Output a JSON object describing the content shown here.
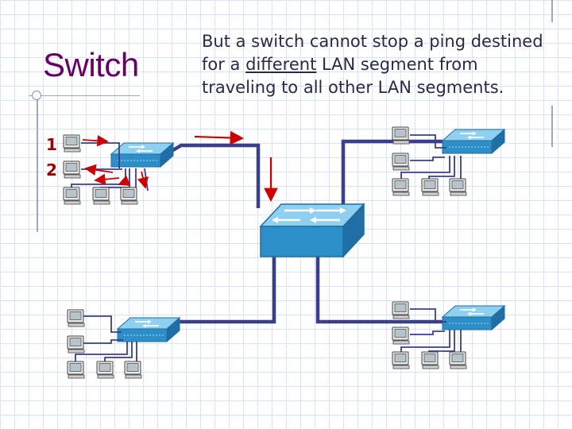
{
  "slide": {
    "title": "Switch",
    "body_parts": [
      "But a switch cannot stop a ping destined for a ",
      "different",
      " LAN segment from traveling to all other LAN segments."
    ]
  },
  "labels": {
    "one": "1",
    "two": "2"
  },
  "icons": {
    "pc": "computer-icon",
    "switch": "switch-icon",
    "backbone_switch": "backbone-switch-icon",
    "arrow": "red-arrow-icon"
  },
  "colors": {
    "title": "#660066",
    "cable": "#3a3e8c",
    "arrow": "#cc0000",
    "switch": "#2e8fc8",
    "number": "#990000"
  }
}
